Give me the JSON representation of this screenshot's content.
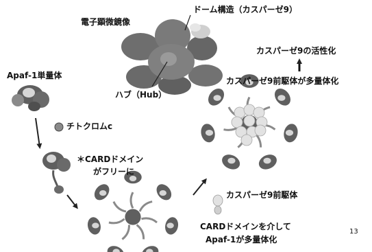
{
  "labels": {
    "em": "電子顕微鏡像",
    "dome": "ドーム構造（カスパーゼ9）",
    "hub": "ハブ（Hub）",
    "apaf_monomer": "Apaf-1単量体",
    "cytc": "チトクロムc",
    "card_free_1": "＊CARDドメイン",
    "card_free_2": "がフリーに",
    "procasp_multimer": "カスパーゼ9前駆体が多量体化",
    "activation": "カスパーゼ9の活性化",
    "procasp": "カスパーゼ9前駆体",
    "card_mult_1": "CARDドメインを介して",
    "card_mult_2": "Apaf-1が多量体化",
    "page_number": "13"
  },
  "colors": {
    "protein_dark": "#5f5f5f",
    "protein_mid": "#8a8a8a",
    "protein_light": "#d6d6d6",
    "caspase_light": "#e2e2e2",
    "em_blob": "#707070"
  }
}
